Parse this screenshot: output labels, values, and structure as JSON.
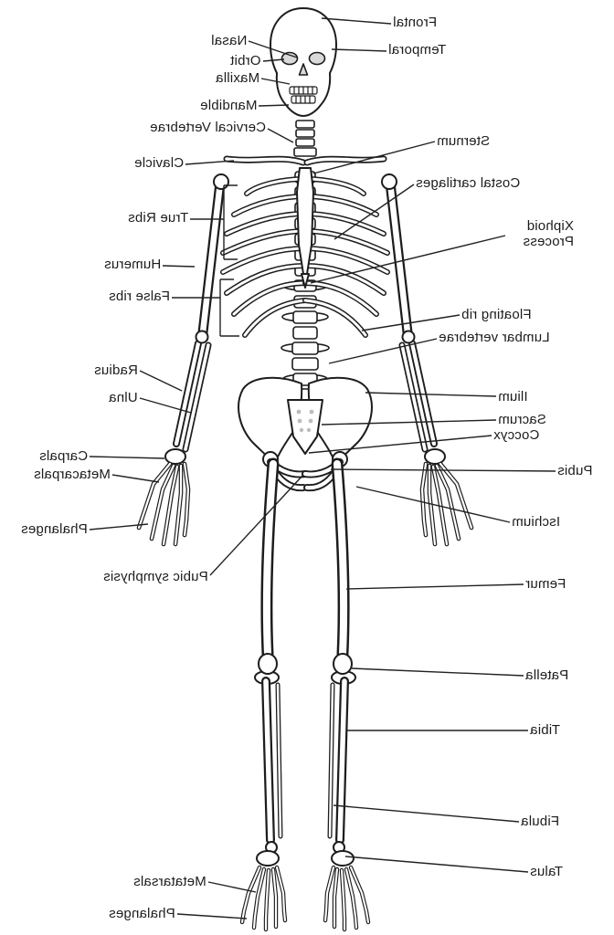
{
  "diagram": {
    "subject": "Human skeleton, anterior view, labeled (mirrored text)",
    "colors": {
      "ink": "#1c1c1c",
      "paper": "#ffffff",
      "bone_fill": "#ffffff",
      "shading": "#d9d9d9"
    }
  },
  "labels_left": [
    {
      "text": "Nasal"
    },
    {
      "text": "Orbit"
    },
    {
      "text": "Maxilla"
    },
    {
      "text": "Mandible"
    },
    {
      "text": "Cervical Vertebrae"
    },
    {
      "text": "Clavicle"
    },
    {
      "text": "True Ribs"
    },
    {
      "text": "Humerus"
    },
    {
      "text": "False ribs"
    },
    {
      "text": "Radius"
    },
    {
      "text": "Ulna"
    },
    {
      "text": "Carpals"
    },
    {
      "text": "Metacarpals"
    },
    {
      "text": "Phalanges"
    },
    {
      "text": "Pubic symphysis"
    },
    {
      "text": "Metatarsals"
    },
    {
      "text": "Phalanges"
    }
  ],
  "labels_right": [
    {
      "text": "Frontal"
    },
    {
      "text": "Temporal"
    },
    {
      "text": "Sternum"
    },
    {
      "text": "Costal cartilages"
    },
    {
      "text": "Xiphoid Process"
    },
    {
      "text": "Floating rib"
    },
    {
      "text": "Lumbar vertebrae"
    },
    {
      "text": "Ilium"
    },
    {
      "text": "Sacrum"
    },
    {
      "text": "Coccyx"
    },
    {
      "text": "Pubis"
    },
    {
      "text": "Ischium"
    },
    {
      "text": "Femur"
    },
    {
      "text": "Patella"
    },
    {
      "text": "Tibia"
    },
    {
      "text": "Fibula"
    },
    {
      "text": "Talus"
    }
  ]
}
